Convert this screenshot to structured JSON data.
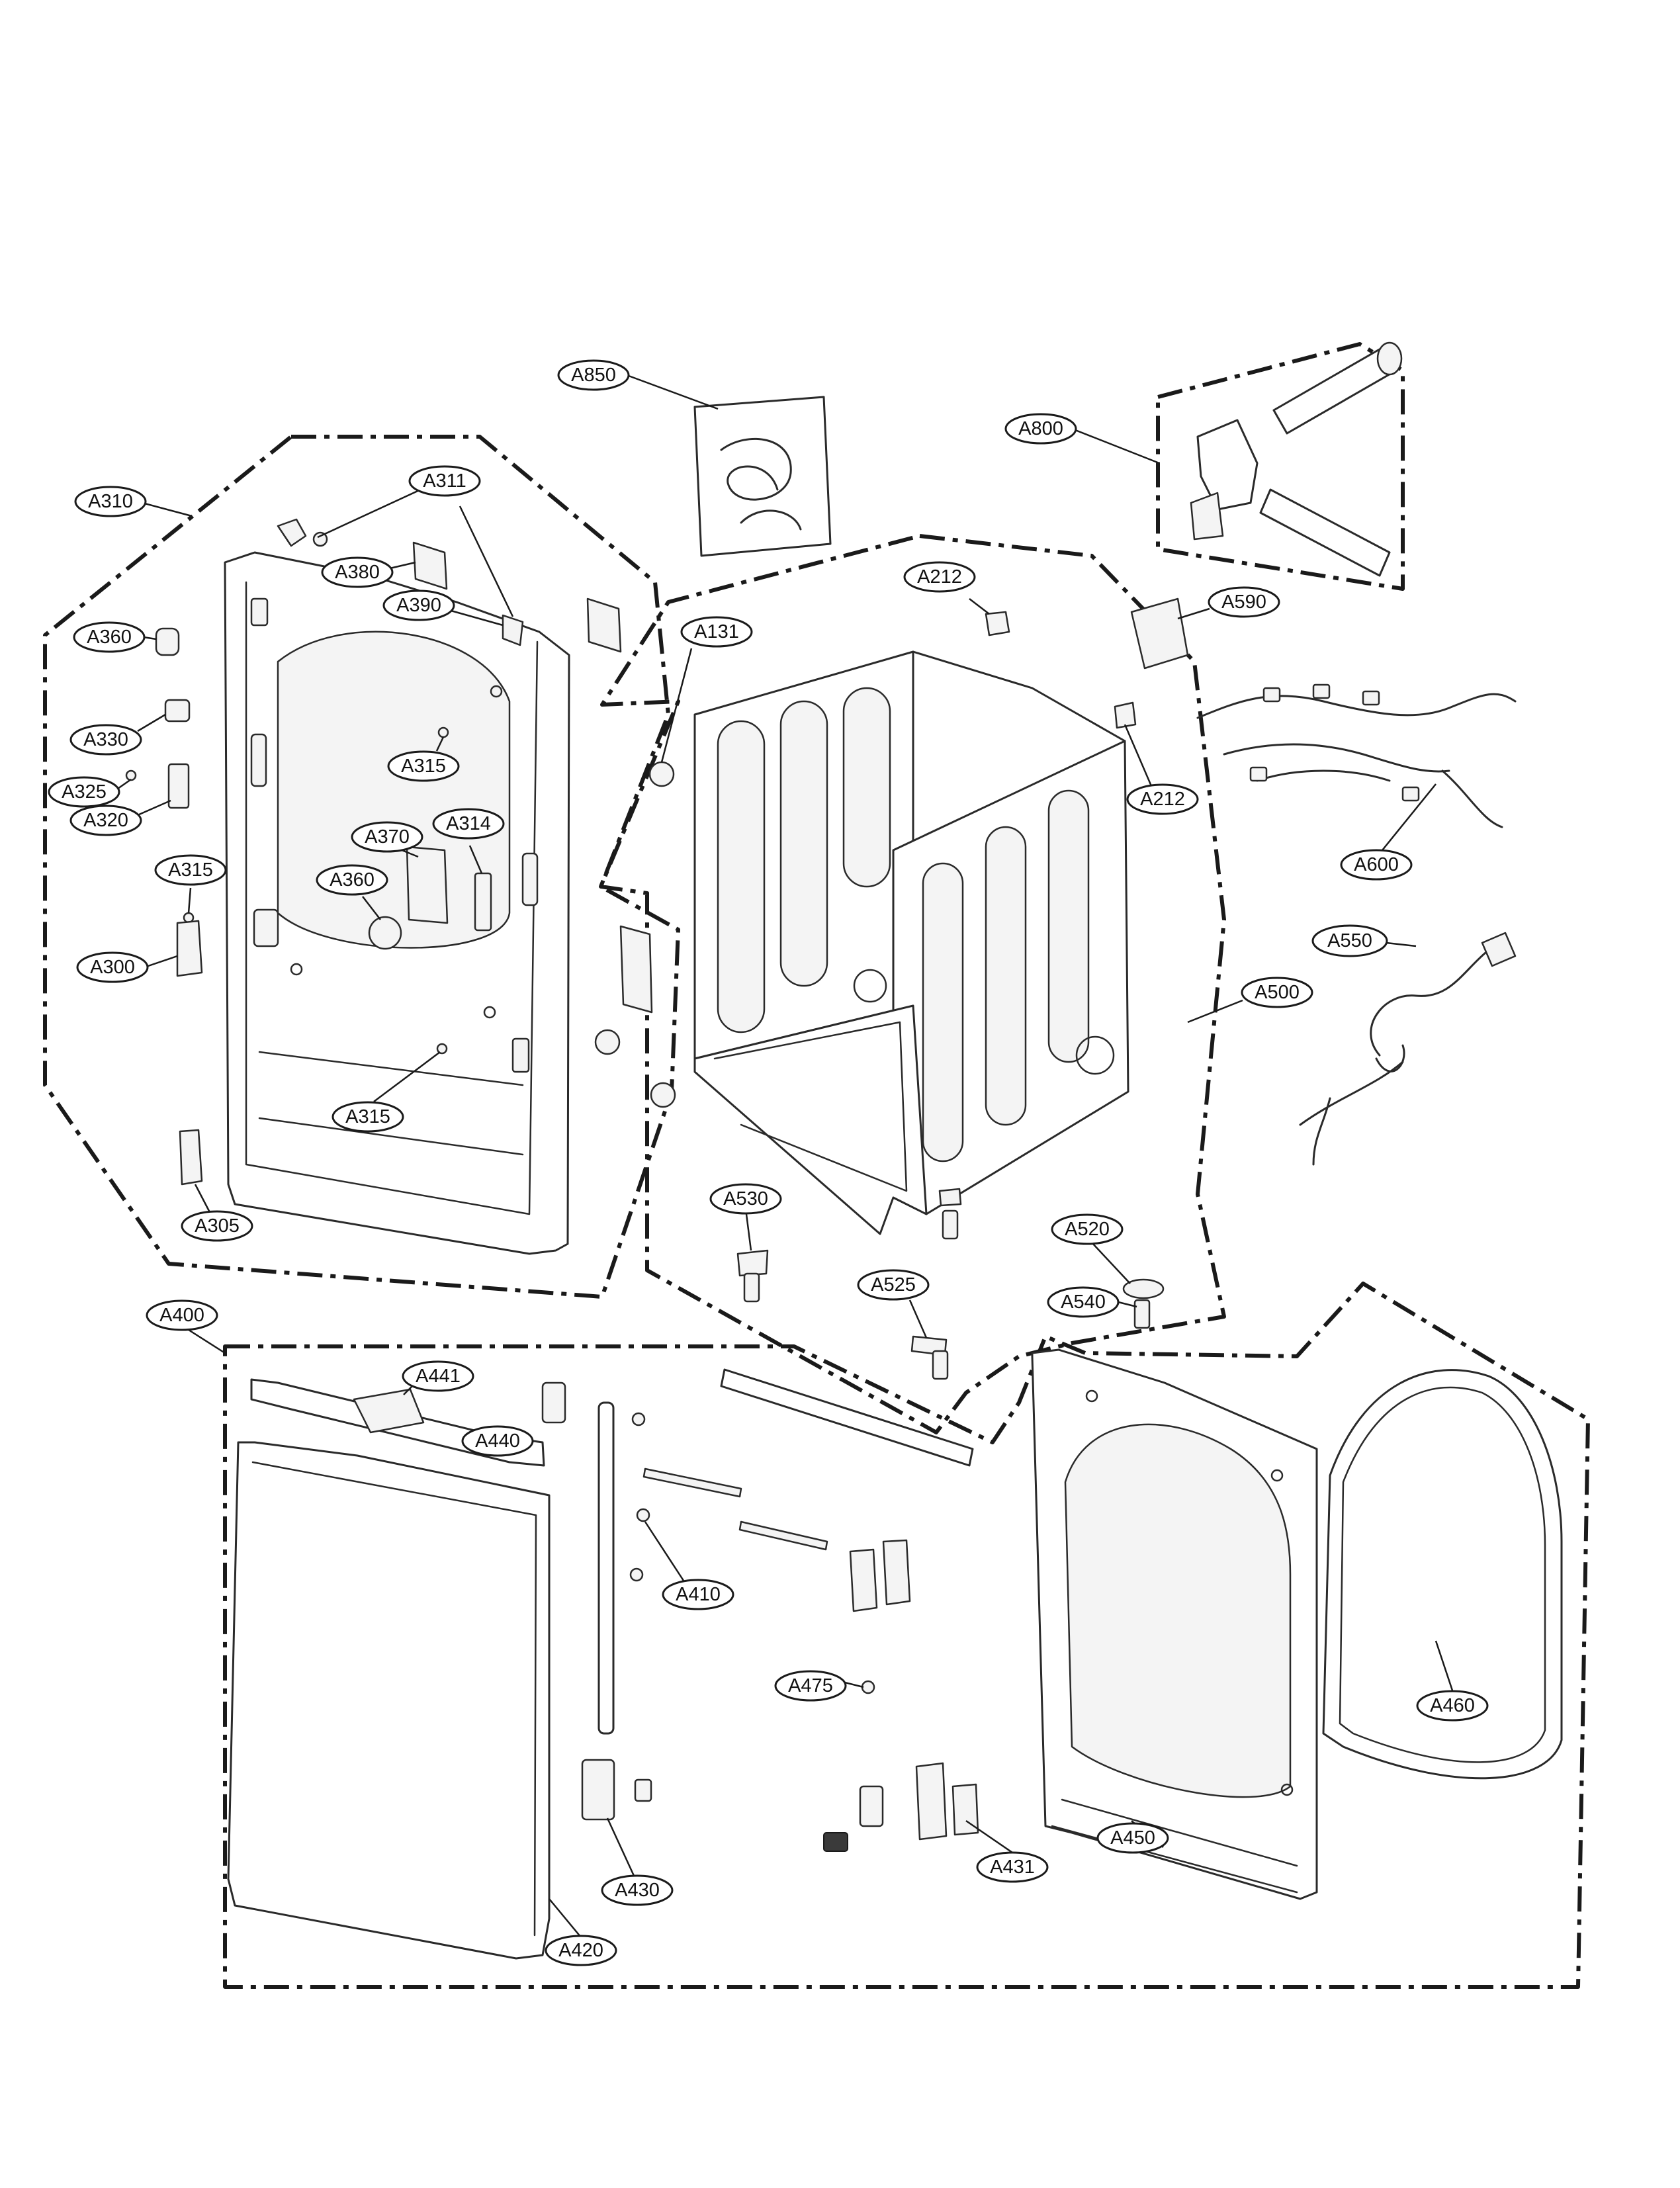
{
  "callouts": {
    "A850": "A850",
    "A800": "A800",
    "A310": "A310",
    "A311": "A311",
    "A380": "A380",
    "A390": "A390",
    "A360_top": "A360",
    "A131": "A131",
    "A212_top": "A212",
    "A590": "A590",
    "A330": "A330",
    "A315_upper": "A315",
    "A212_side": "A212",
    "A325": "A325",
    "A320": "A320",
    "A600": "A600",
    "A370": "A370",
    "A314": "A314",
    "A315_left": "A315",
    "A360_mid": "A360",
    "A550": "A550",
    "A300": "A300",
    "A500": "A500",
    "A315_lower": "A315",
    "A530": "A530",
    "A305": "A305",
    "A520": "A520",
    "A525": "A525",
    "A540": "A540",
    "A400": "A400",
    "A441": "A441",
    "A440": "A440",
    "A410": "A410",
    "A475": "A475",
    "A460": "A460",
    "A450": "A450",
    "A431": "A431",
    "A430": "A430",
    "A420": "A420"
  }
}
